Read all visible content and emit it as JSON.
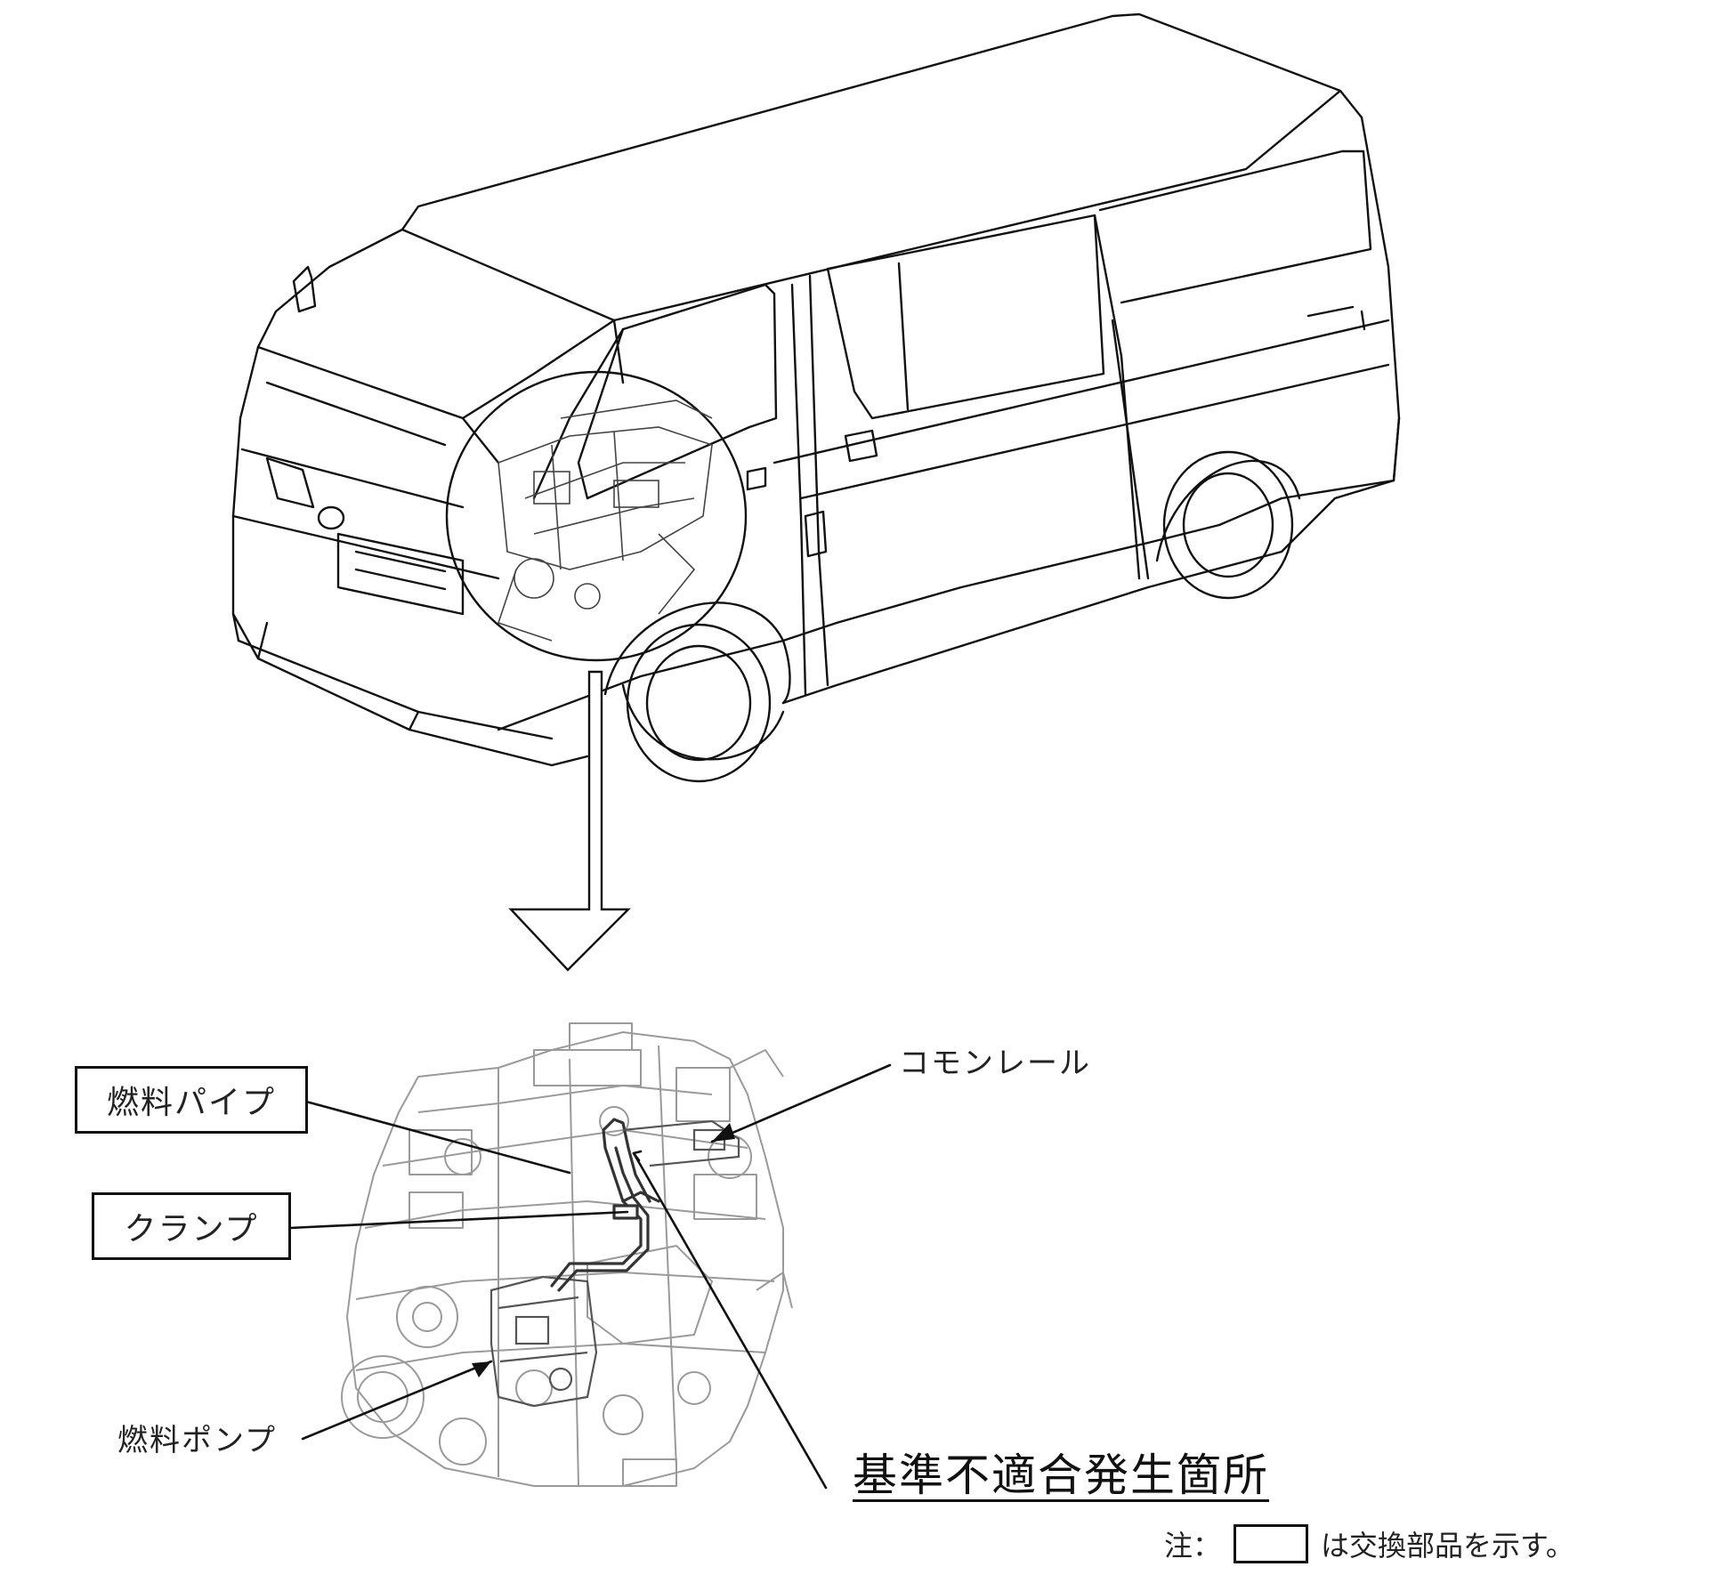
{
  "labels": {
    "fuel_pipe": "燃料パイプ",
    "clamp": "クランプ",
    "common_rail": "コモンレール",
    "fuel_pump": "燃料ポンプ",
    "defect_location": "基準不適合発生箇所"
  },
  "note": {
    "prefix": "注：",
    "suffix": "は交換部品を示す。"
  },
  "colors": {
    "line": "#111111",
    "engine_line": "#9a9a9a",
    "pipe": "#444444"
  }
}
